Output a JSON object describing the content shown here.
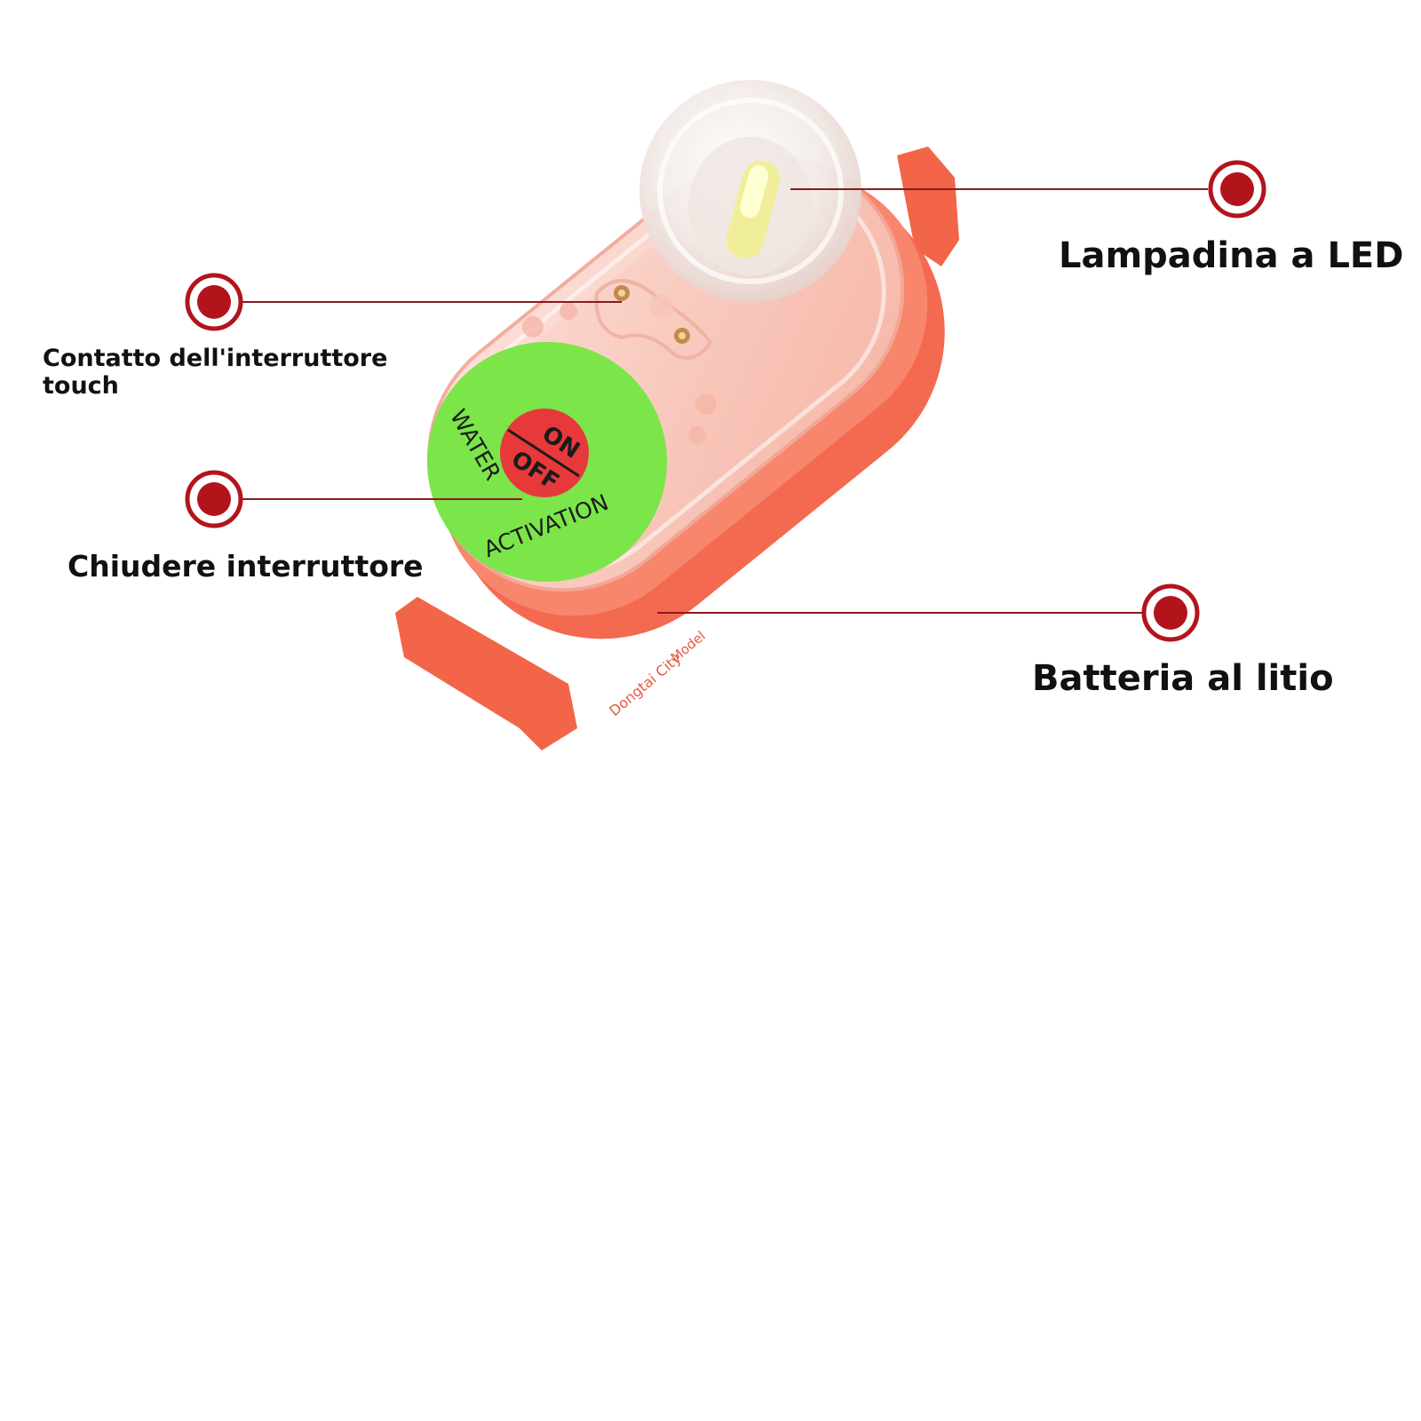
{
  "annotations": {
    "led": {
      "label": "Lampadina a LED"
    },
    "touch_contact": {
      "label_line1": "Contatto dell'interruttore",
      "label_line2": "touch"
    },
    "close_switch": {
      "label": "Chiudere interruttore"
    },
    "battery": {
      "label": "Batteria al litio"
    }
  },
  "device": {
    "sticker": {
      "button_top": "ON",
      "button_bottom": "OFF",
      "ring_text_left": "WATER",
      "ring_text_bottom": "ACTIVATION"
    },
    "side_text": {
      "model": "Model",
      "city": "Dongtai City"
    }
  },
  "colors": {
    "body_orange": "#f46a50",
    "housing_clear": "#fbd4cb",
    "sticker_green": "#7be54a",
    "button_red": "#e8393a",
    "marker_red": "#b3141c",
    "leader_line": "#8a1a1e"
  }
}
